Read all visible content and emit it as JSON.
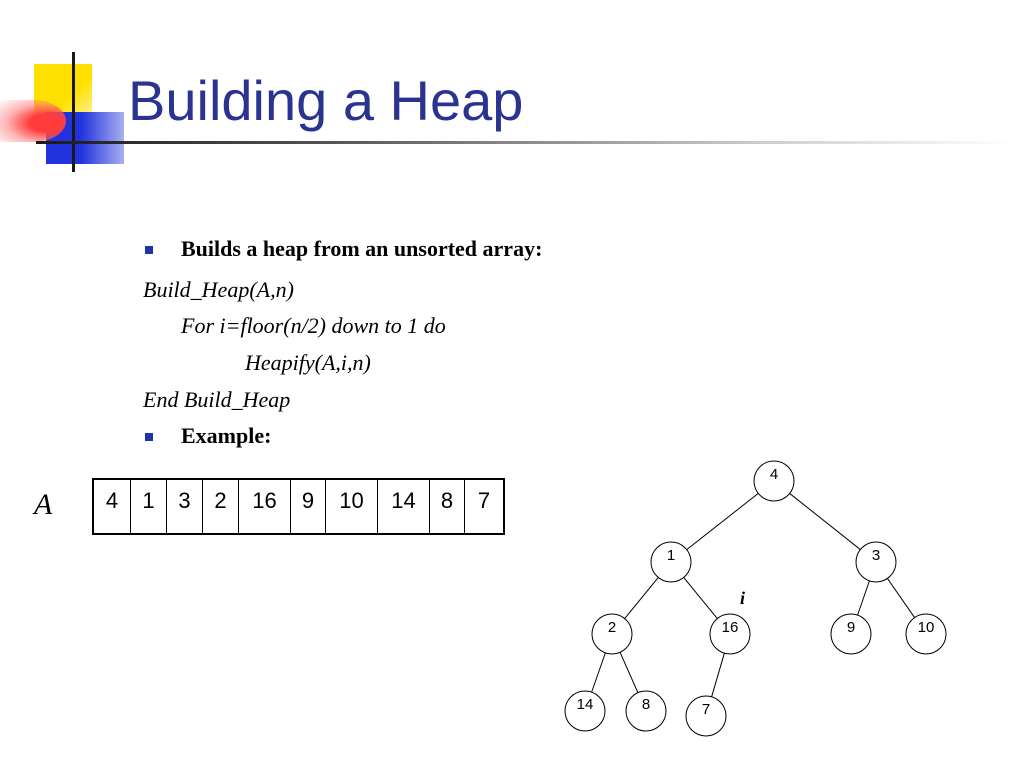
{
  "title": "Building a Heap",
  "bullets": {
    "first": "Builds a heap from an unsorted array:",
    "second": "Example:"
  },
  "pseudocode": {
    "line1": "Build_Heap(A,n)",
    "line2": "For i=floor(n/2) down to 1 do",
    "line3": "Heapify(A,i,n)",
    "line4": "End Build_Heap"
  },
  "array": {
    "label": "A",
    "values": [
      "4",
      "1",
      "3",
      "2",
      "16",
      "9",
      "10",
      "14",
      "8",
      "7"
    ]
  },
  "tree": {
    "nodes": [
      {
        "id": "n1",
        "label": "4"
      },
      {
        "id": "n2",
        "label": "1"
      },
      {
        "id": "n3",
        "label": "3"
      },
      {
        "id": "n4",
        "label": "2"
      },
      {
        "id": "n5",
        "label": "16"
      },
      {
        "id": "n6",
        "label": "9"
      },
      {
        "id": "n7",
        "label": "10"
      },
      {
        "id": "n8",
        "label": "14"
      },
      {
        "id": "n9",
        "label": "8"
      },
      {
        "id": "n10",
        "label": "7"
      }
    ],
    "edges": [
      [
        "n1",
        "n2"
      ],
      [
        "n1",
        "n3"
      ],
      [
        "n2",
        "n4"
      ],
      [
        "n2",
        "n5"
      ],
      [
        "n3",
        "n6"
      ],
      [
        "n3",
        "n7"
      ],
      [
        "n4",
        "n8"
      ],
      [
        "n4",
        "n9"
      ],
      [
        "n5",
        "n10"
      ]
    ],
    "index_marker": "i"
  },
  "colors": {
    "title": "#2b3390",
    "bullet": "#2233aa"
  }
}
